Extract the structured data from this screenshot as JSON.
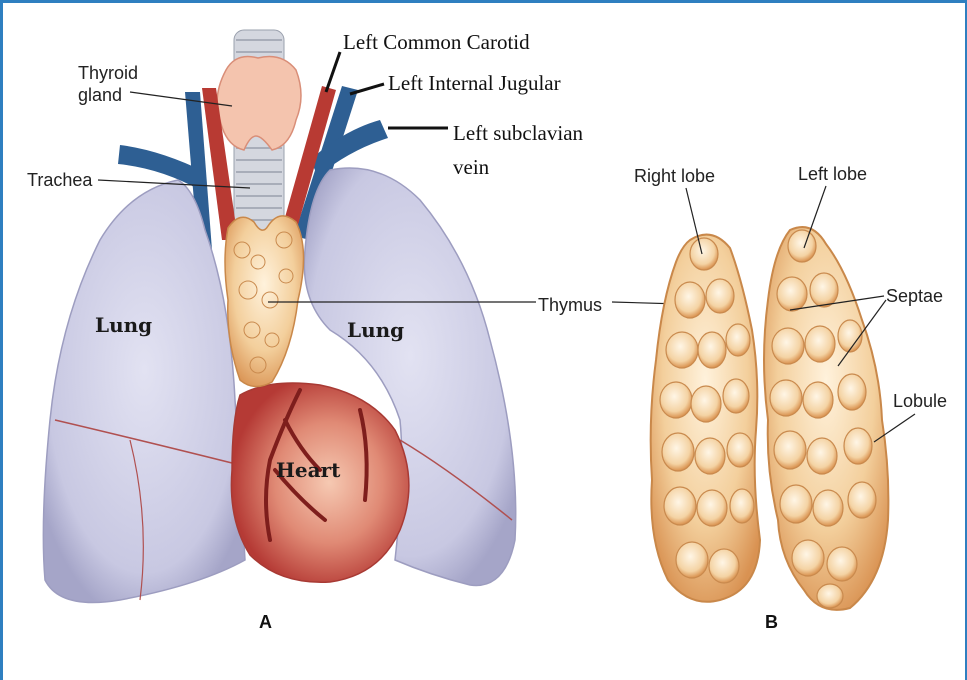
{
  "labels": {
    "thyroid_line1": "Thyroid",
    "thyroid_line2": "gland",
    "trachea": "Trachea",
    "left_common_carotid": "Left Common Carotid",
    "left_internal_jugular": "Left Internal Jugular",
    "left_subclavian_line1": "Left subclavian",
    "left_subclavian_line2": "vein",
    "lung_left": "Lung",
    "lung_right": "Lung",
    "heart": "Heart",
    "thymus": "Thymus",
    "right_lobe": "Right lobe",
    "left_lobe": "Left lobe",
    "septae": "Septae",
    "lobule": "Lobule",
    "panel_a": "A",
    "panel_b": "B"
  },
  "colors": {
    "frame_border": "#2f7fc0",
    "lung_fill": "#cfcfe6",
    "lung_edge": "#9d9dc0",
    "lung_fissure": "#b05050",
    "heart_fill": "#c94a44",
    "heart_highlight": "#f0b7a0",
    "thymus_fill": "#f1c99a",
    "thymus_edge": "#c9884a",
    "artery": "#b83a33",
    "vein": "#2f5f90",
    "trachea": "#cfd3dc",
    "thyroid": "#f4c4b0"
  }
}
